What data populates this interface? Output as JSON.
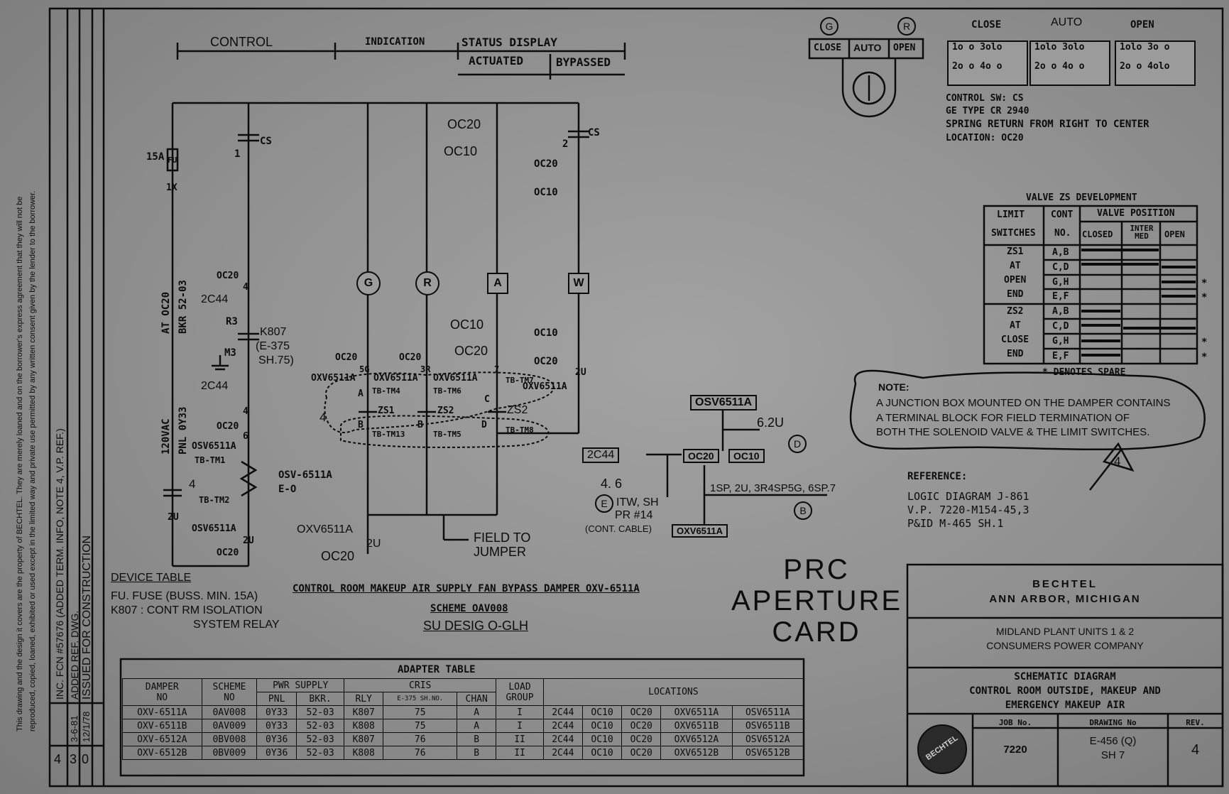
{
  "control_section": {
    "control": "CONTROL",
    "indication": "INDICATION",
    "status_display": "STATUS DISPLAY",
    "actuated": "ACTUATED",
    "bypassed": "BYPASSED"
  },
  "switch_face": {
    "g_light": "G",
    "r_light": "R",
    "close": "CLOSE",
    "auto": "AUTO",
    "open": "OPEN"
  },
  "contact_diagram": {
    "headers": [
      "CLOSE",
      "AUTO",
      "OPEN"
    ],
    "close_row1": "1o o 3olo",
    "close_row2": "2o o 4o o",
    "auto_row1": "1olo 3olo",
    "auto_row2": "2o o 4o o",
    "open_row1": "1olo 3o o",
    "open_row2": "2o o 4olo"
  },
  "switch_notes": {
    "control_sw": "CONTROL SW:  CS",
    "ge_type": "GE TYPE CR 2940",
    "spring": "SPRING RETURN FROM RIGHT TO CENTER",
    "location": "LOCATION:  OC20"
  },
  "valve_zs": {
    "title": "VALVE ZS DEVELOPMENT",
    "col_limit_1": "LIMIT",
    "col_limit_2": "SWITCHES",
    "col_cont_1": "CONT",
    "col_cont_2": "NO.",
    "col_valve_pos": "VALVE POSITION",
    "col_closed": "CLOSED",
    "col_inter": "INTER MED",
    "col_open": "OPEN",
    "group1": [
      "ZS1",
      "AT",
      "OPEN",
      "END"
    ],
    "group2": [
      "ZS2",
      "AT",
      "CLOSE",
      "END"
    ],
    "contacts": [
      "A,B",
      "C,D",
      "G,H",
      "E,F",
      "A,B",
      "C,D",
      "G,H",
      "E,F"
    ],
    "spare_marks": [
      "*",
      "*",
      "*",
      "*"
    ],
    "footnote": "* DENOTES SPARE"
  },
  "note": {
    "heading": "NOTE:",
    "text1": "A JUNCTION BOX MOUNTED ON THE DAMPER CONTAINS",
    "text2": "A TERMINAL BLOCK FOR FIELD TERMINATION OF",
    "text3": "BOTH THE SOLENOID VALVE & THE LIMIT SWITCHES.",
    "rev_mark": "4"
  },
  "reference": {
    "heading": "REFERENCE:",
    "line1": "LOGIC DIAGRAM J-861",
    "line2": "V.P. 7220-M154-45,3",
    "line3": "P&ID M-465 SH.1"
  },
  "schematic_labels": {
    "fuse_15a": "15A",
    "fu": "FU",
    "one_x": "1X",
    "at_oc20": "AT OC20",
    "bkr": "BKR 52-03",
    "vac": "120VAC",
    "pnl": "PNL 0Y33",
    "cs1": "CS",
    "cs1_num": "1",
    "oc20_a": "OC20",
    "n4": "4",
    "c2c44_a": "2C44",
    "r3": "R3",
    "k807": "K807",
    "e375": "(E-375",
    "sh75": "SH.75)",
    "m3": "M3",
    "c2c44_b": "2C44",
    "n4b": "4",
    "oc20_b": "OC20",
    "n6": "6",
    "osv_a": "OSV6511A",
    "tbtm1": "TB-TM1",
    "rev4_a": "4",
    "tbtm2": "TB-TM2",
    "osv_coil": "OSV-6511A",
    "eo": "E-O",
    "n2u_a": "2U",
    "osv_b": "OSV6511A",
    "n2u_b": "2U",
    "oc20_c": "OC20",
    "oc20_top1": "OC20",
    "oc10_top1": "OC10",
    "oc20_top2": "OC20",
    "oc10_top2": "OC10",
    "cs2": "CS",
    "cs2_num": "2",
    "g": "G",
    "r": "R",
    "a": "A",
    "w": "W",
    "oc10_mid1": "OC10",
    "oc20_mid1": "OC20",
    "oc10_mid2": "OC10",
    "oc20_mid2": "OC20",
    "oc20_l1": "OC20",
    "oc20_l2": "OC20",
    "n5g": "5G",
    "n3r": "3R",
    "n7": "7",
    "n2u_c": "2U",
    "oxv_1": "OXV6511A",
    "oxv_2": "OXV6511A",
    "oxv_3": "OXV6511A",
    "oxv_4": "OXV6511A",
    "tbtm4": "TB-TM4",
    "tbtm6": "TB-TM6",
    "tbtm7": "TB-TM7",
    "ca": "A",
    "cc": "C",
    "cb": "B",
    "cb2": "B",
    "cd": "D",
    "zs1": "ZS1",
    "zs2a": "ZS2",
    "zs2b": "ZS2",
    "tbtm13": "TB-TM13",
    "tbtm5": "TB-TM5",
    "tbtm8": "TB-TM8",
    "rev4_b": "4",
    "oxv_bottom": "OXV6511A",
    "n2u_d": "2U",
    "oc20_bottom": "OC20",
    "field1": "FIELD TO",
    "field2": "JUMPER"
  },
  "logic_block": {
    "osv": "OSV6511A",
    "v62u": "6.2U",
    "d": "D",
    "c2c44": "2C44",
    "oc20": "OC20",
    "oc10": "OC10",
    "v46": "4. 6",
    "e": "E",
    "itw": "ITW, SH",
    "pr14": "PR #14",
    "cont_cable": "(CONT. CABLE)",
    "points": "1SP, 2U, 3R4SP5G, 6SP.7",
    "b": "B",
    "oxv": "OXV6511A"
  },
  "device_table": {
    "title": "DEVICE TABLE",
    "fu": "FU. FUSE  (BUSS. MIN. 15A)",
    "k807": "K807 : CONT RM ISOLATION",
    "relay": "SYSTEM RELAY"
  },
  "caption": {
    "title": "CONTROL ROOM MAKEUP AIR SUPPLY FAN BYPASS DAMPER OXV-6511A",
    "scheme": "SCHEME OAV008",
    "su_desig": "SU DESIG O-GLH"
  },
  "aperture": {
    "line1": "PRC",
    "line2": "APERTURE",
    "line3": "CARD"
  },
  "adapter_table": {
    "title": "ADAPTER TABLE",
    "h_damper_1": "DAMPER",
    "h_damper_2": "NO",
    "h_scheme_1": "SCHEME",
    "h_scheme_2": "NO",
    "h_pwr": "PWR SUPPLY",
    "h_pnl": "PNL",
    "h_bkr": "BKR.",
    "h_cris": "CRIS",
    "h_rly": "RLY",
    "h_e375": "E-375 SH.NO.",
    "h_chan": "CHAN",
    "h_load_1": "LOAD",
    "h_load_2": "GROUP",
    "h_locations": "LOCATIONS",
    "rows": [
      [
        "OXV-6511A",
        "0AV008",
        "0Y33",
        "52-03",
        "K807",
        "75",
        "A",
        "I",
        "2C44",
        "OC10",
        "OC20",
        "OXV6511A",
        "OSV6511A"
      ],
      [
        "OXV-6511B",
        "0AV009",
        "0Y33",
        "52-03",
        "K808",
        "75",
        "A",
        "I",
        "2C44",
        "OC10",
        "OC20",
        "OXV6511B",
        "OSV6511B"
      ],
      [
        "OXV-6512A",
        "0BV008",
        "0Y36",
        "52-03",
        "K807",
        "76",
        "B",
        "II",
        "2C44",
        "OC10",
        "OC20",
        "OXV6512A",
        "OSV6512A"
      ],
      [
        "OXV-6512B",
        "0BV009",
        "0Y36",
        "52-03",
        "K808",
        "76",
        "B",
        "II",
        "2C44",
        "OC10",
        "OC20",
        "OXV6512B",
        "OSV6512B"
      ]
    ]
  },
  "title_block": {
    "company": "BECHTEL",
    "city": "ANN ARBOR, MICHIGAN",
    "plant": "MIDLAND PLANT UNITS 1 & 2",
    "client": "CONSUMERS POWER COMPANY",
    "dtitle1": "SCHEMATIC DIAGRAM",
    "dtitle2": "CONTROL ROOM OUTSIDE, MAKEUP AND",
    "dtitle3": "EMERGENCY MAKEUP AIR",
    "job_label": "JOB No.",
    "job": "7220",
    "dwg_label": "DRAWING No",
    "dwg": "E-456 (Q)",
    "sheet": "SH 7",
    "rev_label": "REV.",
    "rev": "4",
    "logo": "BECHTEL"
  },
  "revision_block": {
    "rev4": "4",
    "rev3": "3",
    "rev0": "0",
    "date4": "",
    "date3": "3-6-81",
    "date0": "12/1/78",
    "desc4": "INC. FCN #57676 (ADDED TERM. INFO, NOTE 4, V.P. REF.)",
    "desc3": "ADDED REF. DWG.",
    "desc0": "ISSUED FOR CONSTRUCTION"
  },
  "proprietary": {
    "line1": "This drawing and the design it covers are the property of BECHTEL. They are merely loaned and on the borrower's express agreement that they will not be",
    "line2": "reproduced, copied, loaned, exhibited or used except in the limited way and private use permitted by any written consent given by the lender to the borrower."
  }
}
